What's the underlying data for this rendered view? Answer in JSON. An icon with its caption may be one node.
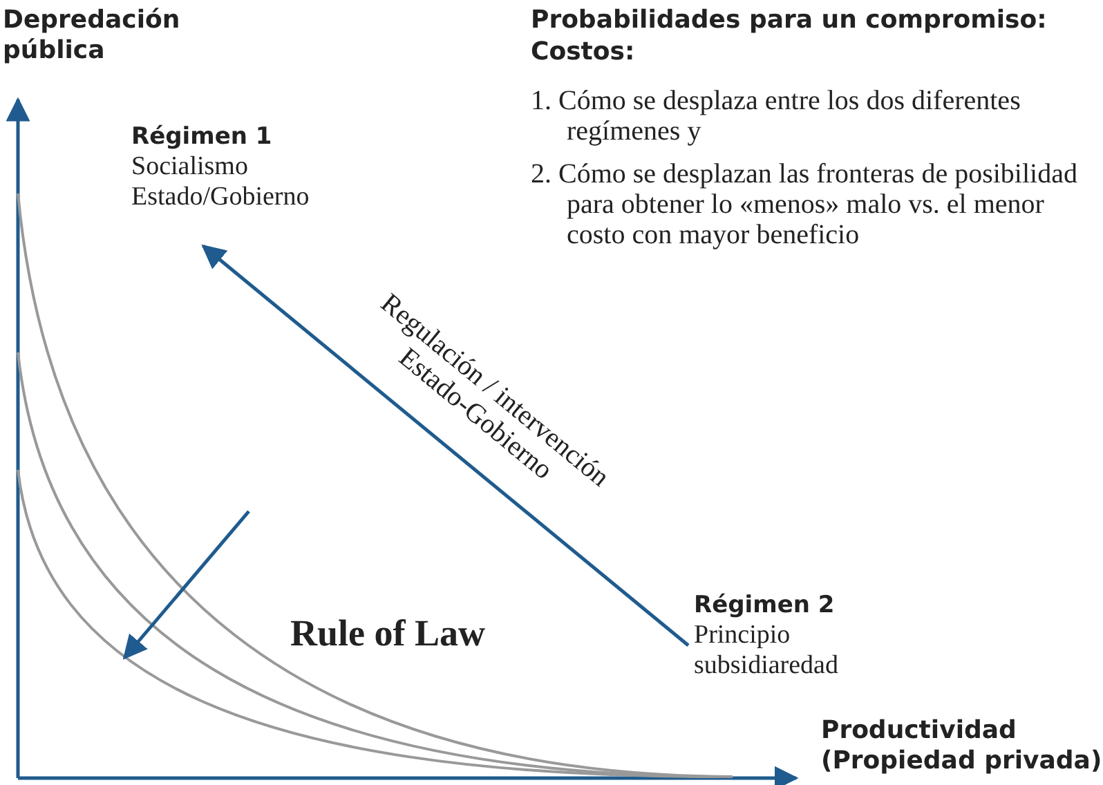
{
  "diagram": {
    "nodes": [
      {
        "text": [
          "Régimen 1",
          "Socialismo Estado/Gobierno"
        ]
      },
      {
        "text": [
          "Régimen 2",
          "Principio subsidiaredad"
        ]
      }
    ],
    "edges": [
      {
        "from": 1,
        "to": 0,
        "arrow": "to",
        "label": "Regulación / intervención Estado-Gobierno"
      }
    ],
    "labels": [
      "Depredación pública",
      "Probabilidades para un compromiso:",
      "Costos:",
      "1. Cómo se desplaza entre los dos diferentes regímenes y",
      "2. Cómo se desplazan las fronteras de posibilidad para obtener lo «menos» malo vs. el menor costo con mayor beneficio",
      "Rule of Law",
      "Productividad (Propiedad privada)"
    ]
  }
}
